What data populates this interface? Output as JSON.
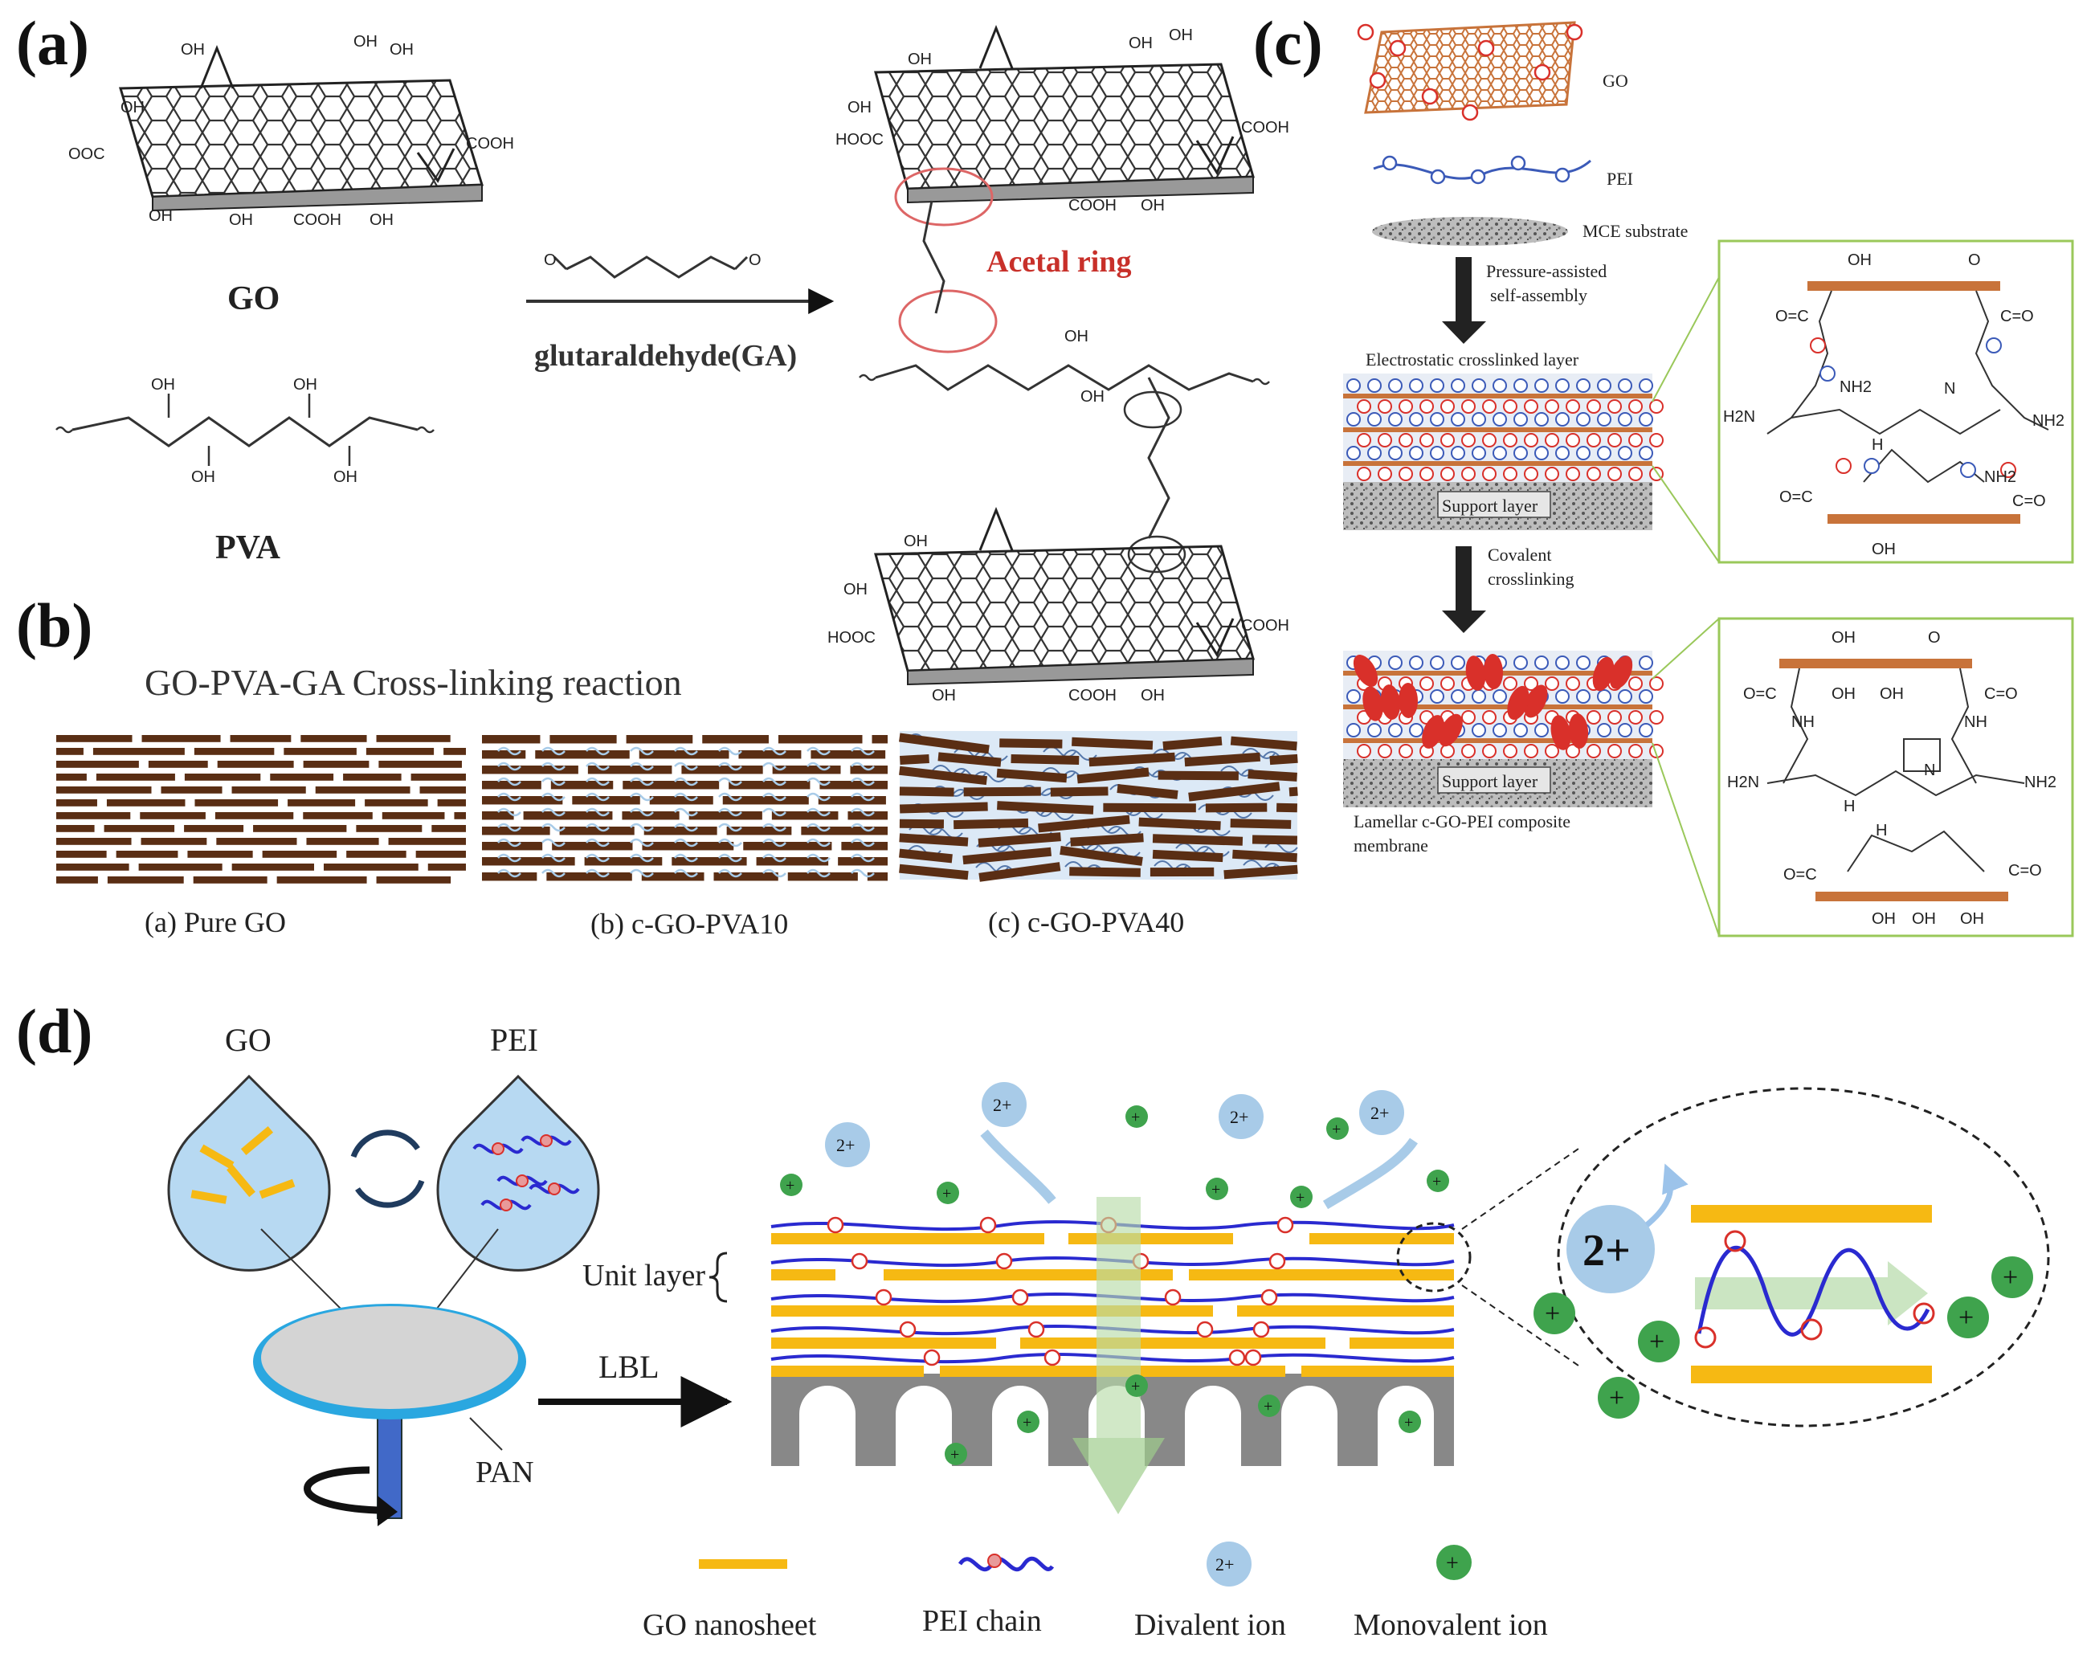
{
  "panels": {
    "a": {
      "letter": "(a)",
      "go_label": "GO",
      "pva_label": "PVA",
      "reagent": "glutaraldehyde(GA)",
      "acetal": "Acetal ring",
      "oh": "OH",
      "cooh": "COOH",
      "hooc": "HOOC",
      "ooc": "OOC"
    },
    "b": {
      "letter": "(b)",
      "title": "GO-PVA-GA  Cross-linking reaction",
      "captions": [
        "(a) Pure GO",
        "(b) c-GO-PVA10",
        "(c) c-GO-PVA40"
      ]
    },
    "c": {
      "letter": "(c)",
      "go": "GO",
      "pei": "PEI",
      "mce": "MCE substrate",
      "step1": [
        "Pressure-assisted",
        "self-assembly"
      ],
      "electro": "Electrostatic crosslinked layer",
      "support": "Support layer",
      "step2": [
        "Covalent",
        "crosslinking"
      ],
      "lamellar": [
        "Lamellar c-GO-PEI composite",
        "membrane"
      ],
      "nh2": "NH2",
      "h2n": "H2N",
      "nh": "NH",
      "h": "H",
      "n": "N",
      "oeq": "O=C",
      "ceqo": "C=O",
      "o": "O"
    },
    "d": {
      "letter": "(d)",
      "go": "GO",
      "pei": "PEI",
      "pan": "PAN",
      "lbl": "LBL",
      "unit_layer": "Unit layer",
      "divalent_symbol": "2+",
      "mono_symbol": "+",
      "legend": [
        "GO nanosheet",
        "PEI chain",
        "Divalent ion",
        "Monovalent ion"
      ]
    }
  },
  "colors": {
    "brown": "#5a2e14",
    "orange": "#c8733a",
    "red": "#d9302a",
    "gold": "#f6b913",
    "blue": "#2a2ad0",
    "lightblue": "#a8cbe8",
    "green": "#3fa34d",
    "grey": "#8a8a8a",
    "lime": "#9ac85a"
  }
}
